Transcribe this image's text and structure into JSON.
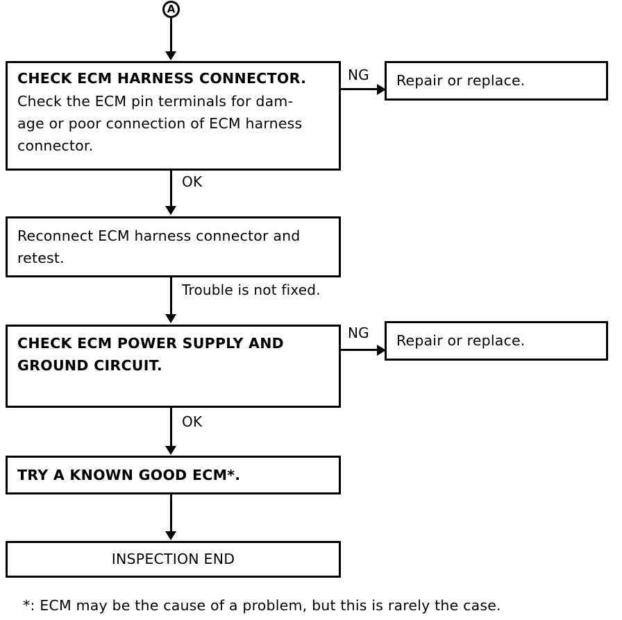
{
  "connector": {
    "label": "A"
  },
  "nodes": [
    {
      "id": "check-ecm-harness-connector",
      "heading": "CHECK ECM HARNESS CONNECTOR.",
      "body": "Check the ECM pin terminals for dam-\nage or poor connection of ECM harness\nconnector."
    },
    {
      "id": "reconnect-ecm-harness-connector",
      "body": "Reconnect ECM harness connector and\nretest."
    },
    {
      "id": "check-ecm-power-supply-and-ground-circuit",
      "heading": "CHECK ECM POWER SUPPLY AND\nGROUND CIRCUIT."
    },
    {
      "id": "try-a-known-good-ecm",
      "heading": "TRY A KNOWN GOOD ECM*."
    },
    {
      "id": "inspection-end",
      "body": "INSPECTION END"
    }
  ],
  "outcomes": [
    {
      "id": "repair-or-replace-1",
      "body": "Repair or replace."
    },
    {
      "id": "repair-or-replace-2",
      "body": "Repair or replace."
    }
  ],
  "edges": {
    "ng_1": "NG",
    "ng_2": "NG",
    "ok_1": "OK",
    "ok_2": "OK",
    "trouble_not_fixed": "Trouble is not fixed."
  },
  "footnote": "*: ECM may be the cause of a problem, but this is rarely the case."
}
